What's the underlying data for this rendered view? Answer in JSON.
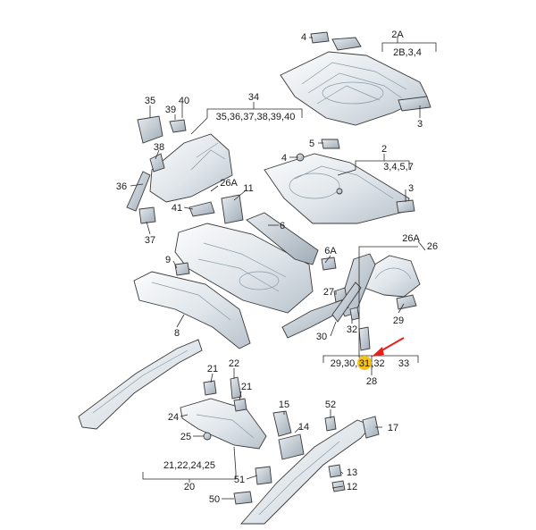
{
  "labels": [
    {
      "id": "l2A",
      "text": "2A"
    },
    {
      "id": "l2B",
      "text": "2B,3,4"
    },
    {
      "id": "l4a",
      "text": "4"
    },
    {
      "id": "l3a",
      "text": "3"
    },
    {
      "id": "l34",
      "text": "34"
    },
    {
      "id": "l3440",
      "text": "35,36,37,38,39,40"
    },
    {
      "id": "l35",
      "text": "35"
    },
    {
      "id": "l39",
      "text": "39"
    },
    {
      "id": "l40",
      "text": "40"
    },
    {
      "id": "l38",
      "text": "38"
    },
    {
      "id": "l36",
      "text": "36"
    },
    {
      "id": "l37",
      "text": "37"
    },
    {
      "id": "l26Aa",
      "text": "26A"
    },
    {
      "id": "l41",
      "text": "41"
    },
    {
      "id": "l11",
      "text": "11"
    },
    {
      "id": "l5",
      "text": "5"
    },
    {
      "id": "l4b",
      "text": "4"
    },
    {
      "id": "l2",
      "text": "2"
    },
    {
      "id": "l345",
      "text": "3,4,5,7"
    },
    {
      "id": "l3b",
      "text": "3"
    },
    {
      "id": "l6",
      "text": "6"
    },
    {
      "id": "l26Ab",
      "text": "26A"
    },
    {
      "id": "l26",
      "text": "26"
    },
    {
      "id": "l9",
      "text": "9"
    },
    {
      "id": "l6A",
      "text": "6A"
    },
    {
      "id": "l27",
      "text": "27"
    },
    {
      "id": "l29",
      "text": "29"
    },
    {
      "id": "l32",
      "text": "32"
    },
    {
      "id": "l30",
      "text": "30"
    },
    {
      "id": "l8",
      "text": "8"
    },
    {
      "id": "l2932a",
      "text": "29,30,"
    },
    {
      "id": "l31",
      "text": "31"
    },
    {
      "id": "l2932b",
      "text": ",32"
    },
    {
      "id": "l33",
      "text": "33"
    },
    {
      "id": "l28",
      "text": "28"
    },
    {
      "id": "l21a",
      "text": "21"
    },
    {
      "id": "l22",
      "text": "22"
    },
    {
      "id": "l21b",
      "text": "21"
    },
    {
      "id": "l24",
      "text": "24"
    },
    {
      "id": "l25",
      "text": "25"
    },
    {
      "id": "l2125",
      "text": "21,22,24,25"
    },
    {
      "id": "l20",
      "text": "20"
    },
    {
      "id": "l15",
      "text": "15"
    },
    {
      "id": "l52",
      "text": "52"
    },
    {
      "id": "l14",
      "text": "14"
    },
    {
      "id": "l17",
      "text": "17"
    },
    {
      "id": "l13",
      "text": "13"
    },
    {
      "id": "l51",
      "text": "51"
    },
    {
      "id": "l12",
      "text": "12"
    },
    {
      "id": "l50",
      "text": "50"
    }
  ],
  "colors": {
    "highlight": "#f4c21b",
    "arrow": "#e8201c",
    "metal_light": "#f1f4f7",
    "metal_mid": "#c9d2da",
    "outline": "#3a3a3a"
  }
}
